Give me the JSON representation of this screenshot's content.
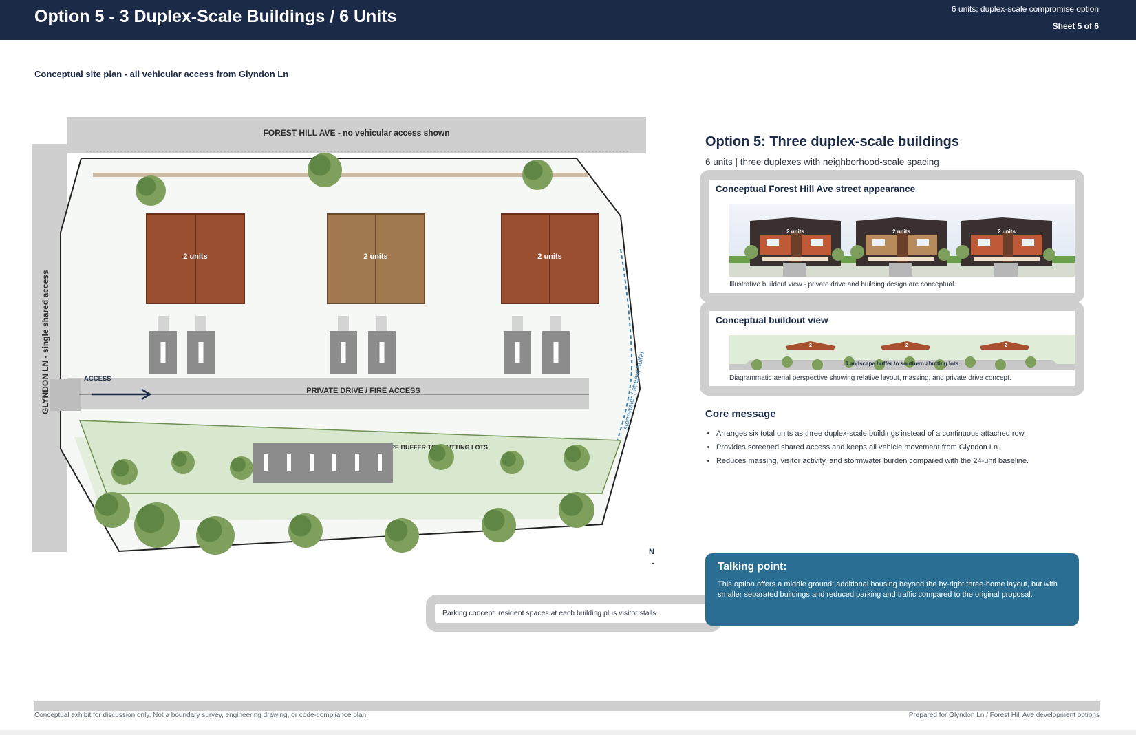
{
  "header": {
    "title": "Option 5 - 3 Duplex-Scale Buildings / 6 Units",
    "subtitle_top": "6 units; duplex-scale compromise option",
    "sheet": "Sheet 5 of 6"
  },
  "plan": {
    "subtitle": "Conceptual site plan - all vehicular access from Glyndon Ln",
    "forest_hill_label": "FOREST HILL AVE - no vehicular access shown",
    "glyndon_label": "GLYNDON LN - single shared access",
    "access_label": "ACCESS",
    "drive_label": "PRIVATE DRIVE / FIRE ACCESS",
    "buffer_label": "LANDSCAPE BUFFER TO ABUTTING LOTS",
    "stream_label": "stormwater / stream buffer",
    "building_label": "2 units",
    "north_label": "N",
    "colors": {
      "building_a": "#9b4f31",
      "building_b": "#a2784e",
      "buffer": "#d8e8cf",
      "tree": "#7ea05c",
      "tree_dark": "#5f8645",
      "road": "#cfcfcf",
      "parking": "#8c8c8c",
      "stream": "#3d7fb0"
    }
  },
  "panel": {
    "title": "Option 5: Three duplex-scale buildings",
    "subtitle": "6 units | three duplexes with neighborhood-scale spacing",
    "street_card": {
      "title": "Conceptual Forest Hill Ave street appearance",
      "house_label": "2 units",
      "caption": "Illustrative buildout view - private drive and building design are conceptual."
    },
    "aerial_card": {
      "title": "Conceptual buildout view",
      "unit_label": "2",
      "buffer_text": "Landscape buffer to southern abutting lots",
      "caption": "Diagrammatic aerial perspective showing relative layout, massing, and private drive concept."
    },
    "core_message": {
      "title": "Core message",
      "bullets": [
        "Arranges six total units as three duplex-scale buildings instead of a continuous attached row.",
        "Provides screened shared access and keeps all vehicle movement from Glyndon Ln.",
        "Reduces massing, visitor activity, and stormwater burden compared with the 24-unit baseline."
      ]
    }
  },
  "parking_note": "Parking concept: resident spaces at each building plus visitor stalls",
  "talking_point": {
    "title": "Talking point:",
    "body": "This option offers a middle ground: additional housing beyond the by-right three-home layout, but with smaller separated buildings and reduced parking and traffic compared to the original proposal."
  },
  "footer": {
    "left": "Conceptual exhibit for discussion only. Not a boundary survey, engineering drawing, or code-compliance plan.",
    "right": "Prepared for Glyndon Ln / Forest Hill Ave development options"
  }
}
